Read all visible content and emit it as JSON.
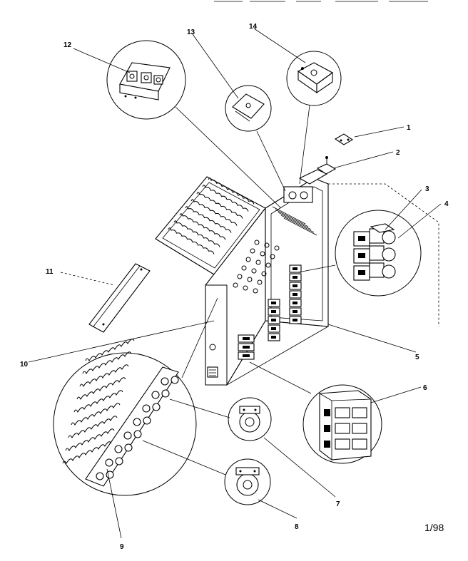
{
  "callouts": [
    {
      "id": "1",
      "label": "1"
    },
    {
      "id": "2",
      "label": "2"
    },
    {
      "id": "3",
      "label": "3"
    },
    {
      "id": "4",
      "label": "4"
    },
    {
      "id": "5",
      "label": "5"
    },
    {
      "id": "6",
      "label": "6"
    },
    {
      "id": "7",
      "label": "7"
    },
    {
      "id": "8",
      "label": "8"
    },
    {
      "id": "9",
      "label": "9"
    },
    {
      "id": "10",
      "label": "10"
    },
    {
      "id": "11",
      "label": "11"
    },
    {
      "id": "12",
      "label": "12"
    },
    {
      "id": "13",
      "label": "13"
    },
    {
      "id": "14",
      "label": "14"
    }
  ],
  "date_stamp": "1/98"
}
